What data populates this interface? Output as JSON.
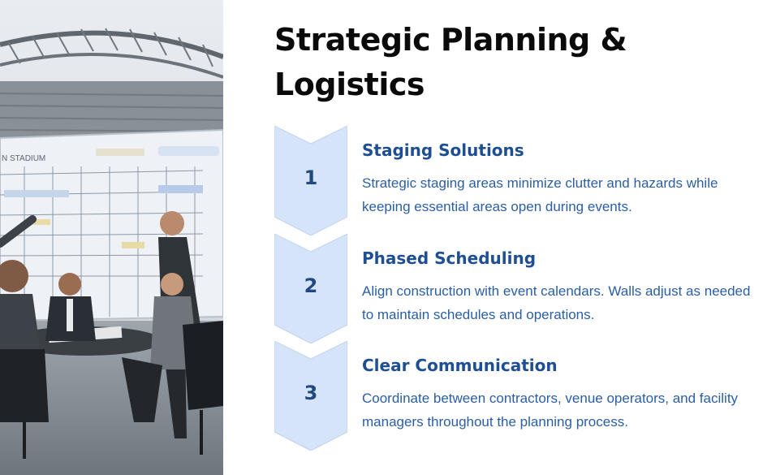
{
  "slide": {
    "title": "Strategic Planning & Logistics",
    "photo_icon": "team-planning-meeting-photo",
    "photo_board_label": "N STADIUM"
  },
  "steps": [
    {
      "number": "1",
      "title": "Staging Solutions",
      "description": "Strategic staging areas minimize clutter and hazards while keeping essential areas open during events."
    },
    {
      "number": "2",
      "title": "Phased Scheduling",
      "description": "Align construction with event calendars. Walls adjust as needed to maintain schedules and operations."
    },
    {
      "number": "3",
      "title": "Clear Communication",
      "description": "Coordinate between contractors, venue operators, and facility managers throughout the planning process."
    }
  ],
  "colors": {
    "chevron_fill": "#d6e4fa",
    "chevron_stroke": "#c0d2ee",
    "step_number": "#22497f",
    "step_title": "#1f4f93",
    "step_text": "#2b5ea4"
  }
}
